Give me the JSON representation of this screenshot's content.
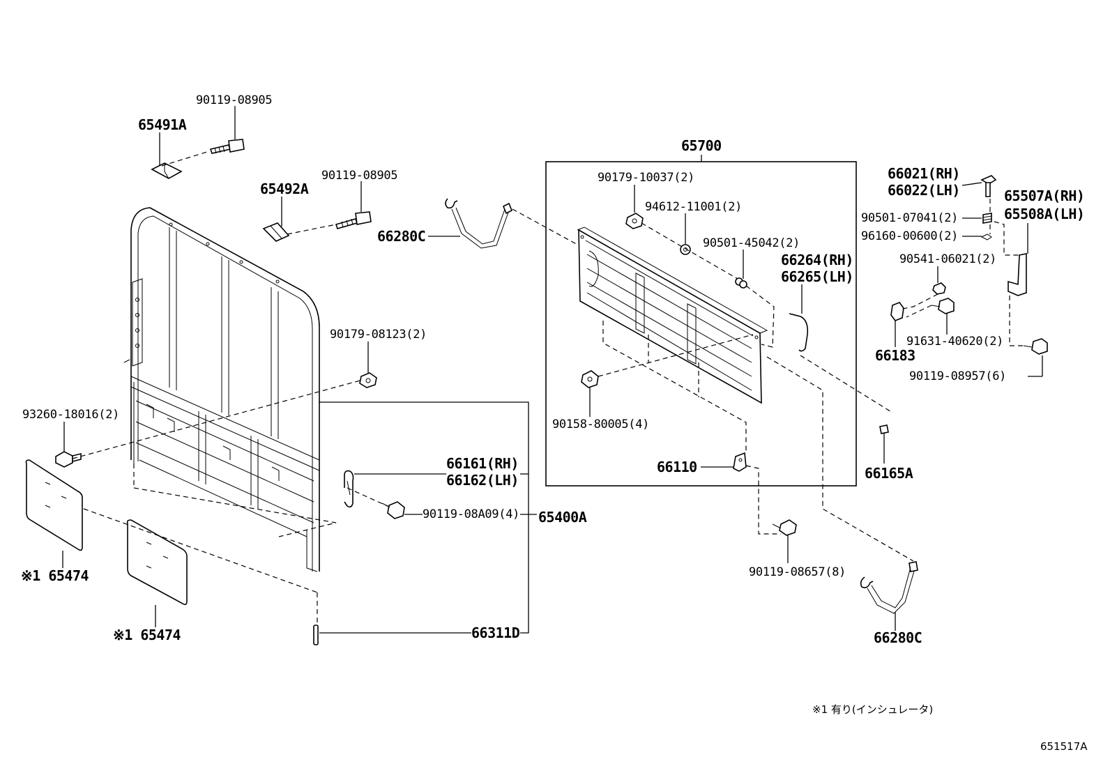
{
  "labels": {
    "p90119_08905_top": "90119-08905",
    "p65491A": "65491A",
    "p65492A": "65492A",
    "p90119_08905_mid": "90119-08905",
    "p66280C_top": "66280C",
    "p65700": "65700",
    "p90179_10037": "90179-10037(2)",
    "p94612_11001": "94612-11001(2)",
    "p90501_45042": "90501-45042(2)",
    "p66264": "66264(RH)",
    "p66265": "66265(LH)",
    "p66021": "66021(RH)",
    "p66022": "66022(LH)",
    "p65507A": "65507A(RH)",
    "p65508A": "65508A(LH)",
    "p90501_07041": "90501-07041(2)",
    "p96160_00600": "96160-00600(2)",
    "p90541_06021": "90541-06021(2)",
    "p91631_40620": "91631-40620(2)",
    "p66183": "66183",
    "p90119_08957": "90119-08957(6)",
    "p90179_08123": "90179-08123(2)",
    "p93260_18016": "93260-18016(2)",
    "p90158_80005": "90158-80005(4)",
    "p66110": "66110",
    "p66165A": "66165A",
    "p66161": "66161(RH)",
    "p66162": "66162(LH)",
    "p90119_08A09": "90119-08A09(4)",
    "p65400A": "65400A",
    "p65474_a": "※1 65474",
    "p65474_b": "※1 65474",
    "p66311D": "66311D",
    "p90119_08657": "90119-08657(8)",
    "p66280C_bottom": "66280C"
  },
  "footnote": "※1 有り(インシュレータ)",
  "figure_code": "651517A"
}
